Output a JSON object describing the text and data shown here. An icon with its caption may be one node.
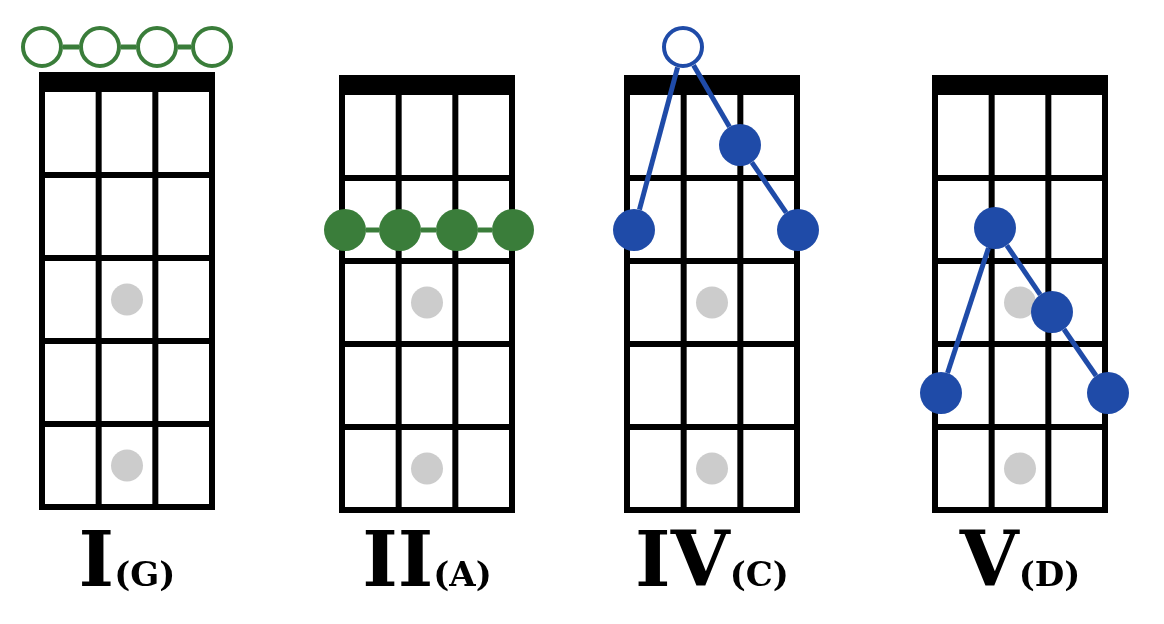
{
  "diagram": {
    "nodes": [
      {
        "text": [],
        "shape": "circle"
      },
      {
        "text": [],
        "shape": "circle"
      },
      {
        "text": [],
        "shape": "circle"
      },
      {
        "text": [],
        "shape": "circle"
      },
      {
        "text": [],
        "shape": "circle"
      },
      {
        "text": [],
        "shape": "circle"
      },
      {
        "text": [],
        "shape": "circle"
      },
      {
        "text": [],
        "shape": "circle"
      },
      {
        "text": [],
        "shape": "circle"
      },
      {
        "text": [],
        "shape": "circle"
      },
      {
        "text": [],
        "shape": "circle"
      },
      {
        "text": [],
        "shape": "circle"
      },
      {
        "text": [],
        "shape": "circle"
      },
      {
        "text": [],
        "shape": "circle"
      },
      {
        "text": [],
        "shape": "circle"
      },
      {
        "text": [],
        "shape": "circle"
      }
    ],
    "edges": [
      {
        "from": 0,
        "to": 1,
        "arrow": "none",
        "color": "#3a7d3a"
      },
      {
        "from": 1,
        "to": 2,
        "arrow": "none",
        "color": "#3a7d3a"
      },
      {
        "from": 2,
        "to": 3,
        "arrow": "none",
        "color": "#3a7d3a"
      },
      {
        "from": 4,
        "to": 5,
        "arrow": "none",
        "color": "#3a7d3a"
      },
      {
        "from": 5,
        "to": 6,
        "arrow": "none",
        "color": "#3a7d3a"
      },
      {
        "from": 6,
        "to": 7,
        "arrow": "none",
        "color": "#3a7d3a"
      },
      {
        "from": 8,
        "to": 10,
        "arrow": "none",
        "color": "#1f4ba8"
      },
      {
        "from": 8,
        "to": 9,
        "arrow": "none",
        "color": "#1f4ba8"
      },
      {
        "from": 9,
        "to": 11,
        "arrow": "none",
        "color": "#1f4ba8"
      },
      {
        "from": 12,
        "to": 14,
        "arrow": "none",
        "color": "#1f4ba8"
      },
      {
        "from": 12,
        "to": 13,
        "arrow": "none",
        "color": "#1f4ba8"
      },
      {
        "from": 13,
        "to": 15,
        "arrow": "none",
        "color": "#1f4ba8"
      }
    ],
    "labels": [
      "I$_{(G)}$",
      "II$_{(A)}$",
      "IV$_{(C)}$",
      "V$_{(D)}$"
    ]
  }
}
